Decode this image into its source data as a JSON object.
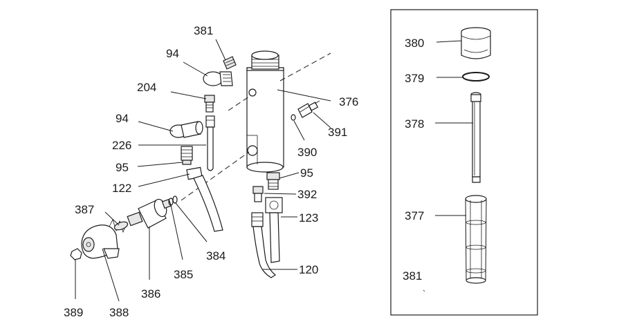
{
  "callouts": {
    "c381a": "381",
    "c94a": "94",
    "c204": "204",
    "c94b": "94",
    "c226": "226",
    "c95a": "95",
    "c122": "122",
    "c387": "387",
    "c389": "389",
    "c388": "388",
    "c386": "386",
    "c385": "385",
    "c384": "384",
    "c376": "376",
    "c391": "391",
    "c390": "390",
    "c95b": "95",
    "c392": "392",
    "c123": "123",
    "c120": "120",
    "c380": "380",
    "c379": "379",
    "c378": "378",
    "c377": "377",
    "c381b": "381"
  },
  "colors": {
    "line": "#1a1a1a",
    "shade": "#e6e6e6",
    "background": "#ffffff"
  }
}
